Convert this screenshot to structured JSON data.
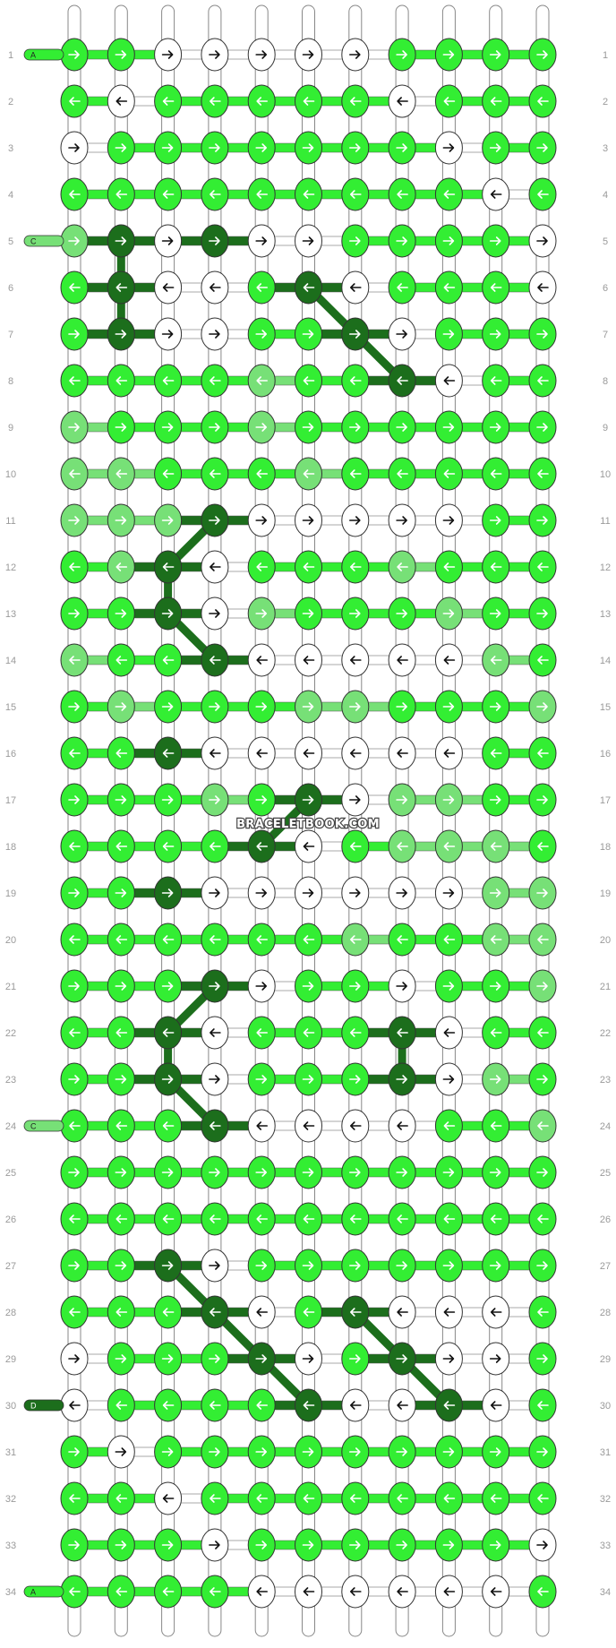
{
  "site_mark": "BRACELETBOOK.COM",
  "colors": {
    "A": "#33ee33",
    "B": "#ffffff",
    "C": "#77e077",
    "D": "#1c6e1c",
    "strand": "#ffffff",
    "knot_border": "#333333",
    "row_number": "#9a9a9a"
  },
  "left_labels": [
    {
      "row": 1,
      "label": "A",
      "color": "#33ee33"
    },
    {
      "row": 5,
      "label": "C",
      "color": "#77e077"
    },
    {
      "row": 24,
      "label": "C",
      "color": "#77e077"
    },
    {
      "row": 30,
      "label": "D",
      "color": "#1c6e1c"
    },
    {
      "row": 34,
      "label": "A",
      "color": "#33ee33"
    }
  ],
  "rows": [
    [
      "AA>",
      "AA>",
      "BB>",
      "BB>",
      "BB>",
      "BB>",
      "BB>",
      "AA>",
      "AA>",
      "AA>",
      "AA>"
    ],
    [
      "AA<",
      "BB<",
      "AA<",
      "AA<",
      "AA<",
      "AA<",
      "AA<",
      "BB<",
      "AA<",
      "AA<",
      "AA<"
    ],
    [
      "BB>",
      "AA>",
      "AA>",
      "AA>",
      "AA>",
      "AA>",
      "AA>",
      "AA>",
      "BB>",
      "AA>",
      "AA>"
    ],
    [
      "AA<",
      "AA<",
      "AA<",
      "AA<",
      "AA<",
      "AA<",
      "AA<",
      "AA<",
      "AA<",
      "BB<",
      "AA<"
    ],
    [
      "CC>",
      "DD>",
      "BB>",
      "DD>",
      "BB>",
      "BB>",
      "AA>",
      "AA>",
      "AA>",
      "AA>",
      "BB>"
    ],
    [
      "AA<",
      "DD<",
      "BB<",
      "BB<",
      "AA<",
      "DD<",
      "BB<",
      "AA<",
      "AA<",
      "AA<",
      "BB<"
    ],
    [
      "AA>",
      "DD>",
      "BB>",
      "BB>",
      "AA>",
      "AA>",
      "DD>",
      "BB>",
      "AA>",
      "AA>",
      "AA>"
    ],
    [
      "AA<",
      "AA<",
      "AA<",
      "AA<",
      "CC<",
      "AA<",
      "AA<",
      "DD<",
      "BB<",
      "AA<",
      "AA<"
    ],
    [
      "CC>",
      "AA>",
      "AA>",
      "AA>",
      "CC>",
      "AA>",
      "AA>",
      "AA>",
      "AA>",
      "AA>",
      "AA>"
    ],
    [
      "CC<",
      "CC<",
      "AA<",
      "AA<",
      "AA<",
      "CC<",
      "AA<",
      "AA<",
      "AA<",
      "AA<",
      "AA<"
    ],
    [
      "CC>",
      "CC>",
      "CC>",
      "DD>",
      "BB>",
      "BB>",
      "BB>",
      "BB>",
      "BB>",
      "AA>",
      "AA>"
    ],
    [
      "AA<",
      "CC<",
      "DD<",
      "BB<",
      "AA<",
      "AA<",
      "AA<",
      "CC<",
      "AA<",
      "AA<",
      "AA<"
    ],
    [
      "AA>",
      "AA>",
      "DD>",
      "BB>",
      "CC>",
      "AA>",
      "AA>",
      "AA>",
      "CC>",
      "AA>",
      "AA>"
    ],
    [
      "CC<",
      "AA<",
      "AA<",
      "DD<",
      "BB<",
      "BB<",
      "BB<",
      "BB<",
      "BB<",
      "CC<",
      "AA<"
    ],
    [
      "AA>",
      "CC>",
      "AA>",
      "AA>",
      "AA>",
      "CC>",
      "CC>",
      "AA>",
      "AA>",
      "AA>",
      "CC>"
    ],
    [
      "AA<",
      "AA<",
      "DD<",
      "BB<",
      "BB<",
      "BB<",
      "BB<",
      "BB<",
      "BB<",
      "AA<",
      "AA<"
    ],
    [
      "AA>",
      "AA>",
      "AA>",
      "CC>",
      "AA>",
      "DD>",
      "BB>",
      "CC>",
      "CC>",
      "AA>",
      "AA>"
    ],
    [
      "AA<",
      "AA<",
      "AA<",
      "AA<",
      "DD<",
      "BB<",
      "AA<",
      "CC<",
      "CC<",
      "CC<",
      "AA<"
    ],
    [
      "AA>",
      "AA>",
      "DD>",
      "BB>",
      "BB>",
      "BB>",
      "BB>",
      "BB>",
      "BB>",
      "CC>",
      "CC>"
    ],
    [
      "AA<",
      "AA<",
      "AA<",
      "AA<",
      "AA<",
      "AA<",
      "CC<",
      "AA<",
      "AA<",
      "CC<",
      "CC<"
    ],
    [
      "AA>",
      "AA>",
      "AA>",
      "DD>",
      "BB>",
      "AA>",
      "AA>",
      "BB>",
      "AA>",
      "AA>",
      "CC>"
    ],
    [
      "AA<",
      "AA<",
      "DD<",
      "BB<",
      "AA<",
      "AA<",
      "AA<",
      "DD<",
      "BB<",
      "AA<",
      "AA<"
    ],
    [
      "AA>",
      "AA>",
      "DD>",
      "BB>",
      "AA>",
      "AA>",
      "AA>",
      "DD>",
      "BB>",
      "CC>",
      "AA>"
    ],
    [
      "AA<",
      "AA<",
      "AA<",
      "DD<",
      "BB<",
      "BB<",
      "BB<",
      "BB<",
      "AA<",
      "AA<",
      "CC<"
    ],
    [
      "AA>",
      "AA>",
      "AA>",
      "AA>",
      "AA>",
      "AA>",
      "AA>",
      "AA>",
      "AA>",
      "AA>",
      "AA>"
    ],
    [
      "AA<",
      "AA<",
      "AA<",
      "AA<",
      "AA<",
      "AA<",
      "AA<",
      "AA<",
      "AA<",
      "AA<",
      "AA<"
    ],
    [
      "AA>",
      "AA>",
      "DD>",
      "BB>",
      "AA>",
      "AA>",
      "AA>",
      "AA>",
      "AA>",
      "AA>",
      "AA>"
    ],
    [
      "AA<",
      "AA<",
      "AA<",
      "DD<",
      "BB<",
      "AA<",
      "DD<",
      "BB<",
      "BB<",
      "BB<",
      "AA<"
    ],
    [
      "BB>",
      "AA>",
      "AA>",
      "AA>",
      "DD>",
      "BB>",
      "AA>",
      "DD>",
      "BB>",
      "BB>",
      "AA>"
    ],
    [
      "BB<",
      "AA<",
      "AA<",
      "AA<",
      "AA<",
      "DD<",
      "BB<",
      "BB<",
      "DD<",
      "BB<",
      "AA<"
    ],
    [
      "AA>",
      "BB>",
      "AA>",
      "AA>",
      "AA>",
      "AA>",
      "AA>",
      "AA>",
      "AA>",
      "AA>",
      "AA>"
    ],
    [
      "AA<",
      "AA<",
      "BB<",
      "AA<",
      "AA<",
      "AA<",
      "AA<",
      "AA<",
      "AA<",
      "AA<",
      "AA<"
    ],
    [
      "AA>",
      "AA>",
      "AA>",
      "BB>",
      "AA>",
      "AA>",
      "AA>",
      "AA>",
      "AA>",
      "AA>",
      "BB>"
    ],
    [
      "AA<",
      "AA<",
      "AA<",
      "AA<",
      "BB<",
      "BB<",
      "BB<",
      "BB<",
      "BB<",
      "BB<",
      "AA<"
    ]
  ]
}
